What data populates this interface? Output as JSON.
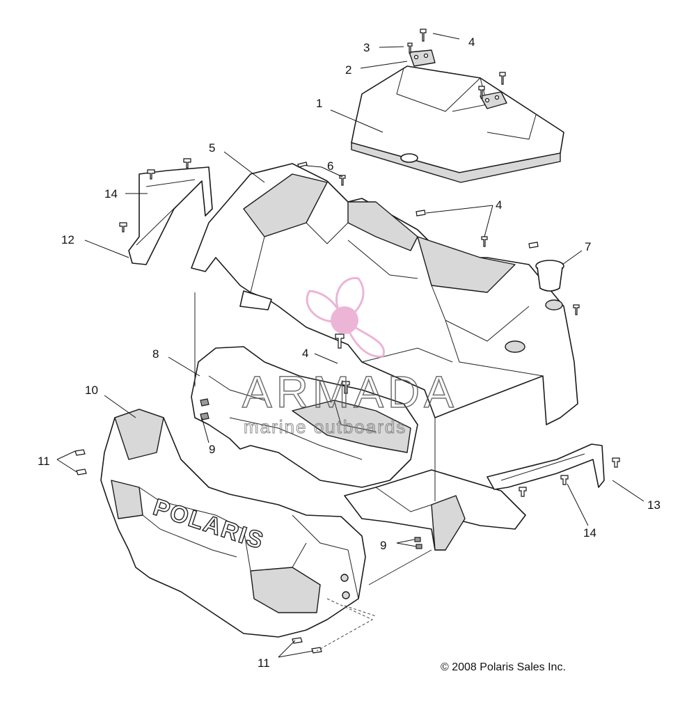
{
  "diagram": {
    "callouts": [
      {
        "id": "c1",
        "label": "1"
      },
      {
        "id": "c2",
        "label": "2"
      },
      {
        "id": "c3",
        "label": "3"
      },
      {
        "id": "c4a",
        "label": "4"
      },
      {
        "id": "c4b",
        "label": "4"
      },
      {
        "id": "c4c",
        "label": "4"
      },
      {
        "id": "c5",
        "label": "5"
      },
      {
        "id": "c6",
        "label": "6"
      },
      {
        "id": "c7",
        "label": "7"
      },
      {
        "id": "c8",
        "label": "8"
      },
      {
        "id": "c9a",
        "label": "9"
      },
      {
        "id": "c9b",
        "label": "9"
      },
      {
        "id": "c10",
        "label": "10"
      },
      {
        "id": "c11a",
        "label": "11"
      },
      {
        "id": "c11b",
        "label": "11"
      },
      {
        "id": "c12",
        "label": "12"
      },
      {
        "id": "c13",
        "label": "13"
      },
      {
        "id": "c14a",
        "label": "14"
      },
      {
        "id": "c14b",
        "label": "14"
      }
    ],
    "copyright": "© 2008 Polaris Sales Inc.",
    "logo_text": "POLARIS",
    "watermark": {
      "title": "ARMADA",
      "subtitle": "marine outboards",
      "accent_color": "#e9a9cf"
    }
  }
}
